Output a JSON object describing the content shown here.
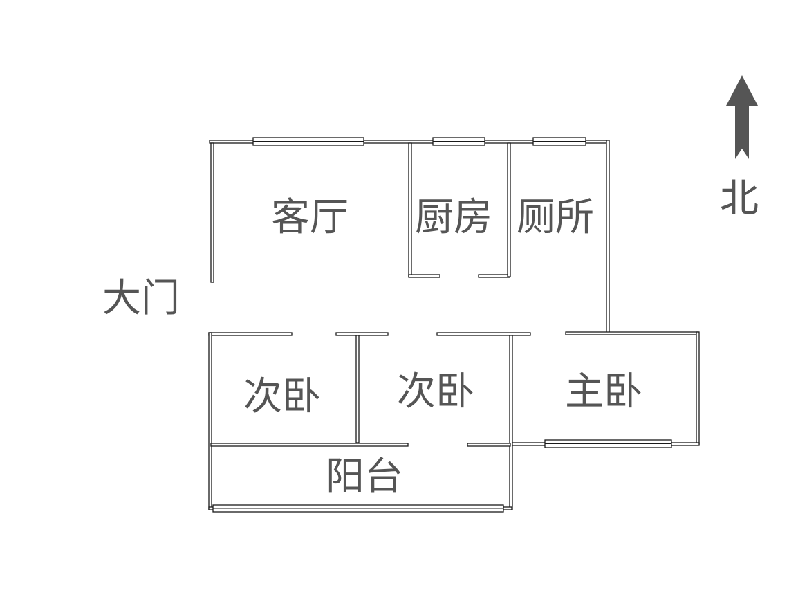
{
  "rooms": {
    "living_room": "客厅",
    "kitchen": "厨房",
    "toilet": "厕所",
    "main_door": "大门",
    "second_bedroom_left": "次卧",
    "second_bedroom_middle": "次卧",
    "master_bedroom": "主卧",
    "balcony": "阳台"
  },
  "compass": {
    "direction": "北",
    "icon": "north-arrow-icon"
  }
}
